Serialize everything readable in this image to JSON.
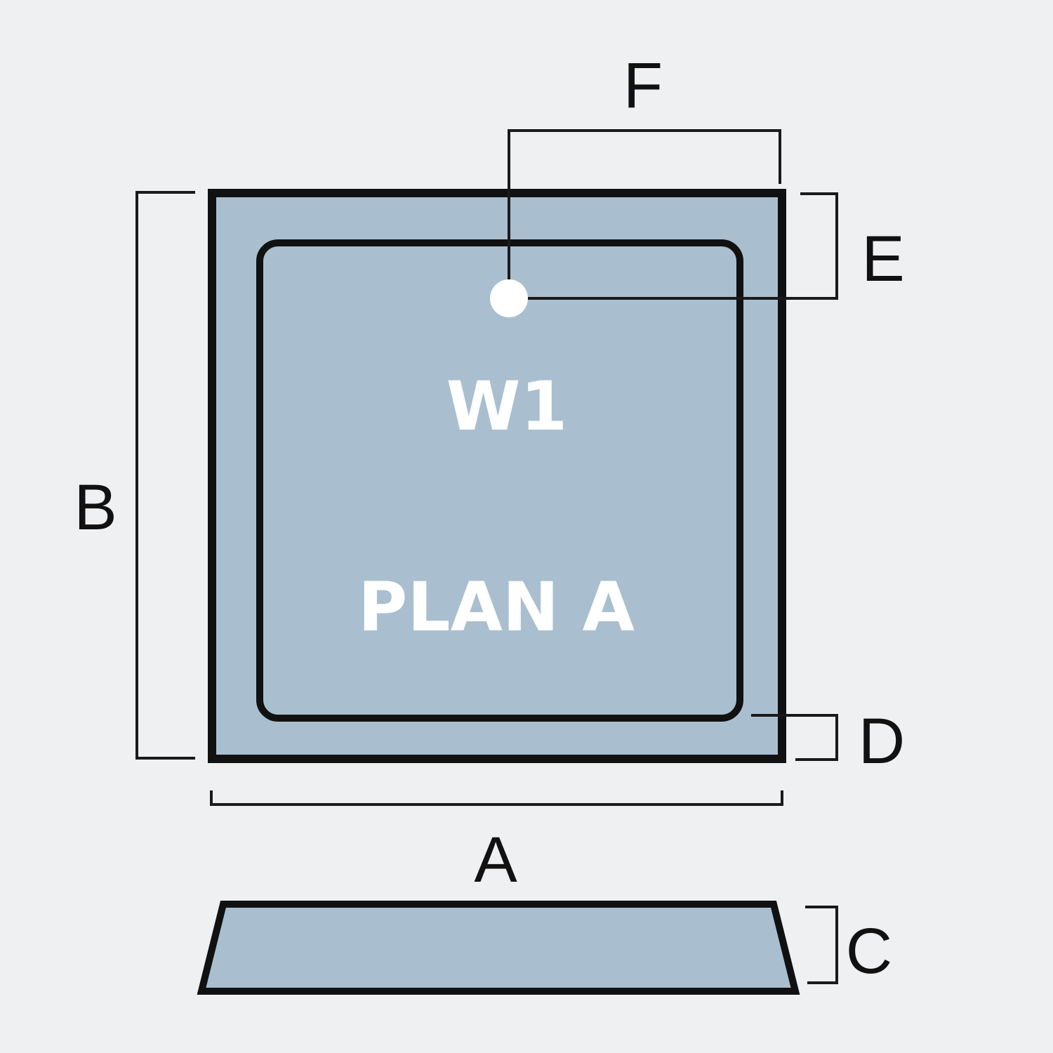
{
  "tray": {
    "model_code": "W1",
    "plan_name": "PLAN A"
  },
  "dimensions": {
    "a": "A",
    "b": "B",
    "c": "C",
    "d": "D",
    "e": "E",
    "f": "F"
  },
  "colors": {
    "background": "#eff0f2",
    "tray_fill": "#a9bfcf",
    "outline": "#111111",
    "waste_hole": "#ffffff"
  }
}
